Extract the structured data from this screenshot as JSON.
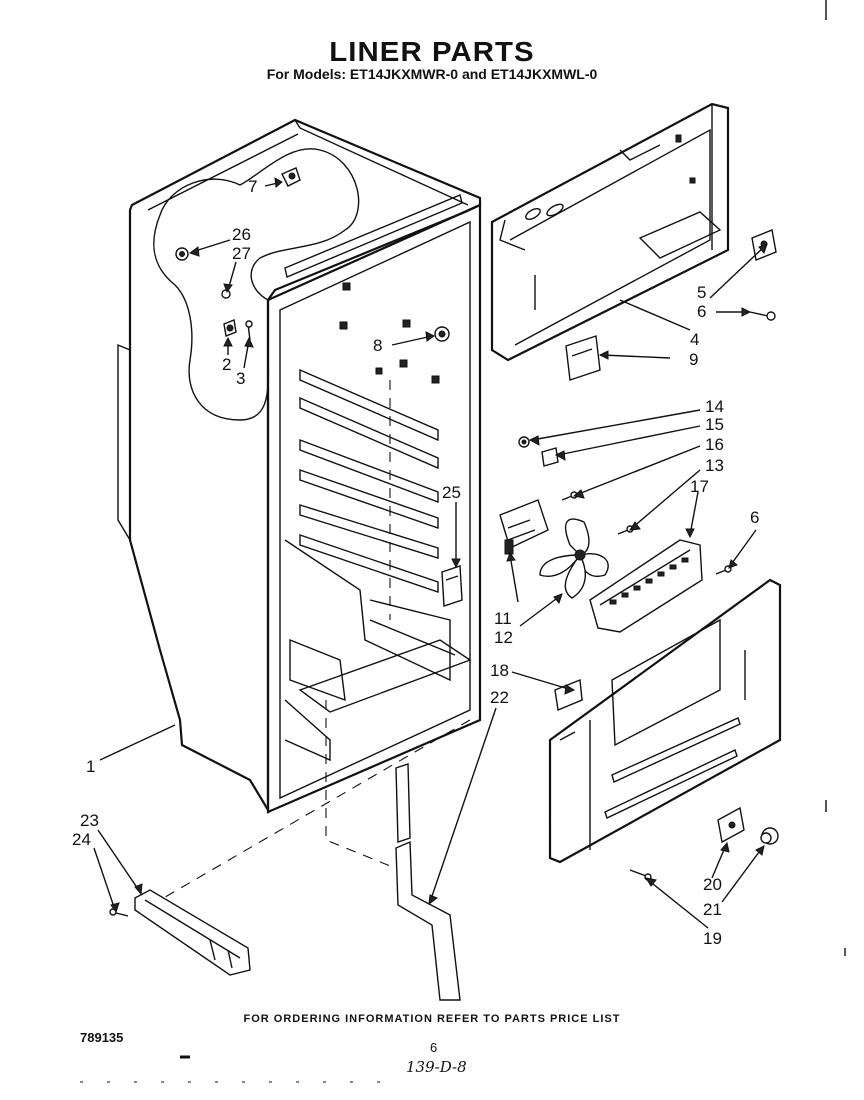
{
  "title": "LINER PARTS",
  "subtitle": "For Models: ET14JKXMWR-0 and ET14JKXMWL-0",
  "footer_note": "FOR ORDERING INFORMATION REFER TO PARTS PRICE LIST",
  "doc_number": "789135",
  "page_number": "6",
  "handwritten_code": "139-D-8",
  "callouts": {
    "c1": "1",
    "c2": "2",
    "c3": "3",
    "c4": "4",
    "c5": "5",
    "c6a": "6",
    "c6b": "6",
    "c7": "7",
    "c8": "8",
    "c9": "9",
    "c11": "11",
    "c12": "12",
    "c13": "13",
    "c14": "14",
    "c15": "15",
    "c16": "16",
    "c17": "17",
    "c18": "18",
    "c19": "19",
    "c20": "20",
    "c21": "21",
    "c22": "22",
    "c23": "23",
    "c24": "24",
    "c25": "25",
    "c26": "26",
    "c27": "27"
  }
}
